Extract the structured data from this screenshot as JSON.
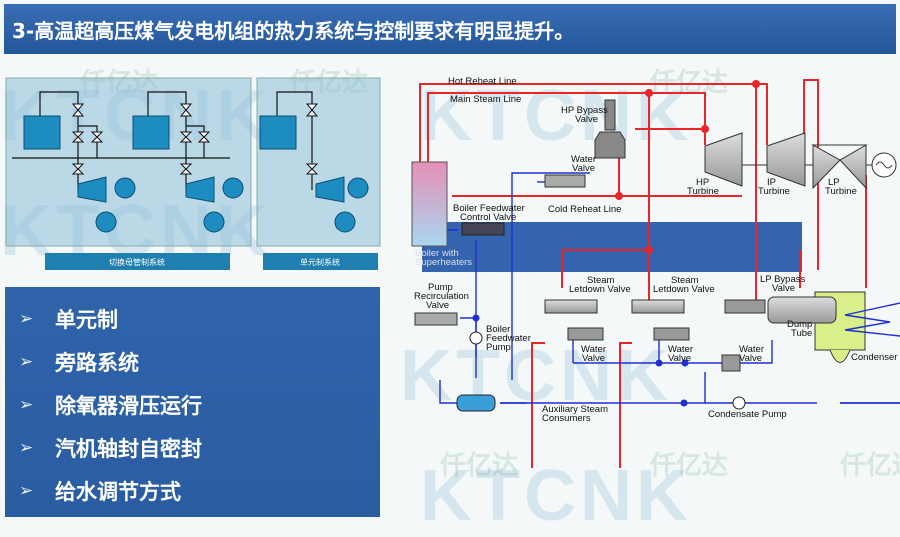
{
  "title": "3-高温超高压煤气发电机组的热力系统与控制要求有明显提升。",
  "watermark": {
    "logo_text": "KTCNK",
    "cn_text": "仟亿达"
  },
  "left_diagram": {
    "captions": [
      "切换母管制系统",
      "单元制系统"
    ]
  },
  "bullets": [
    {
      "icon": "arrow-bullet-icon",
      "text": "单元制"
    },
    {
      "icon": "arrow-bullet-icon",
      "text": "旁路系统"
    },
    {
      "icon": "arrow-bullet-icon",
      "text": "除氧器滑压运行"
    },
    {
      "icon": "arrow-bullet-icon",
      "text": "汽机轴封自密封"
    },
    {
      "icon": "arrow-bullet-icon",
      "text": "给水调节方式"
    }
  ],
  "right_diagram": {
    "labels": {
      "hot_reheat": "Hot Reheat Line",
      "main_steam": "Main Steam Line",
      "hp_bypass_1": "HP Bypass",
      "hp_bypass_2": "Valve",
      "water_valve_1": "Water",
      "water_valve_2": "Valve",
      "hp_turbine_1": "HP",
      "hp_turbine_2": "Turbine",
      "ip_turbine_1": "IP",
      "ip_turbine_2": "Turbine",
      "lp_turbine_1": "LP",
      "lp_turbine_2": "Turbine",
      "bfcv_1": "Boiler Feedwater",
      "bfcv_2": "Control Valve",
      "cold_reheat": "Cold Reheat Line",
      "boiler_1": "Boiler with",
      "boiler_2": "Superheaters",
      "prv_1": "Pump",
      "prv_2": "Recirculation",
      "prv_3": "Valve",
      "sld_1": "Steam",
      "sld_2": "Letdown Valve",
      "lpb_1": "LP Bypass",
      "lpb_2": "Valve",
      "bfp_1": "Boiler",
      "bfp_2": "Feedwater",
      "bfp_3": "Pump",
      "wv_1": "Water",
      "wv_2": "Valve",
      "dump_1": "Dump",
      "dump_2": "Tube",
      "condenser": "Condenser",
      "aux_1": "Auxiliary Steam",
      "aux_2": "Consumers",
      "condensate_pump": "Condensate Pump"
    },
    "colors": {
      "steam": "#e8262a",
      "water": "#1f2fd0",
      "boiler": "#e7a8c8",
      "condenser": "#d9f08a",
      "band": "#2a5caa"
    }
  }
}
